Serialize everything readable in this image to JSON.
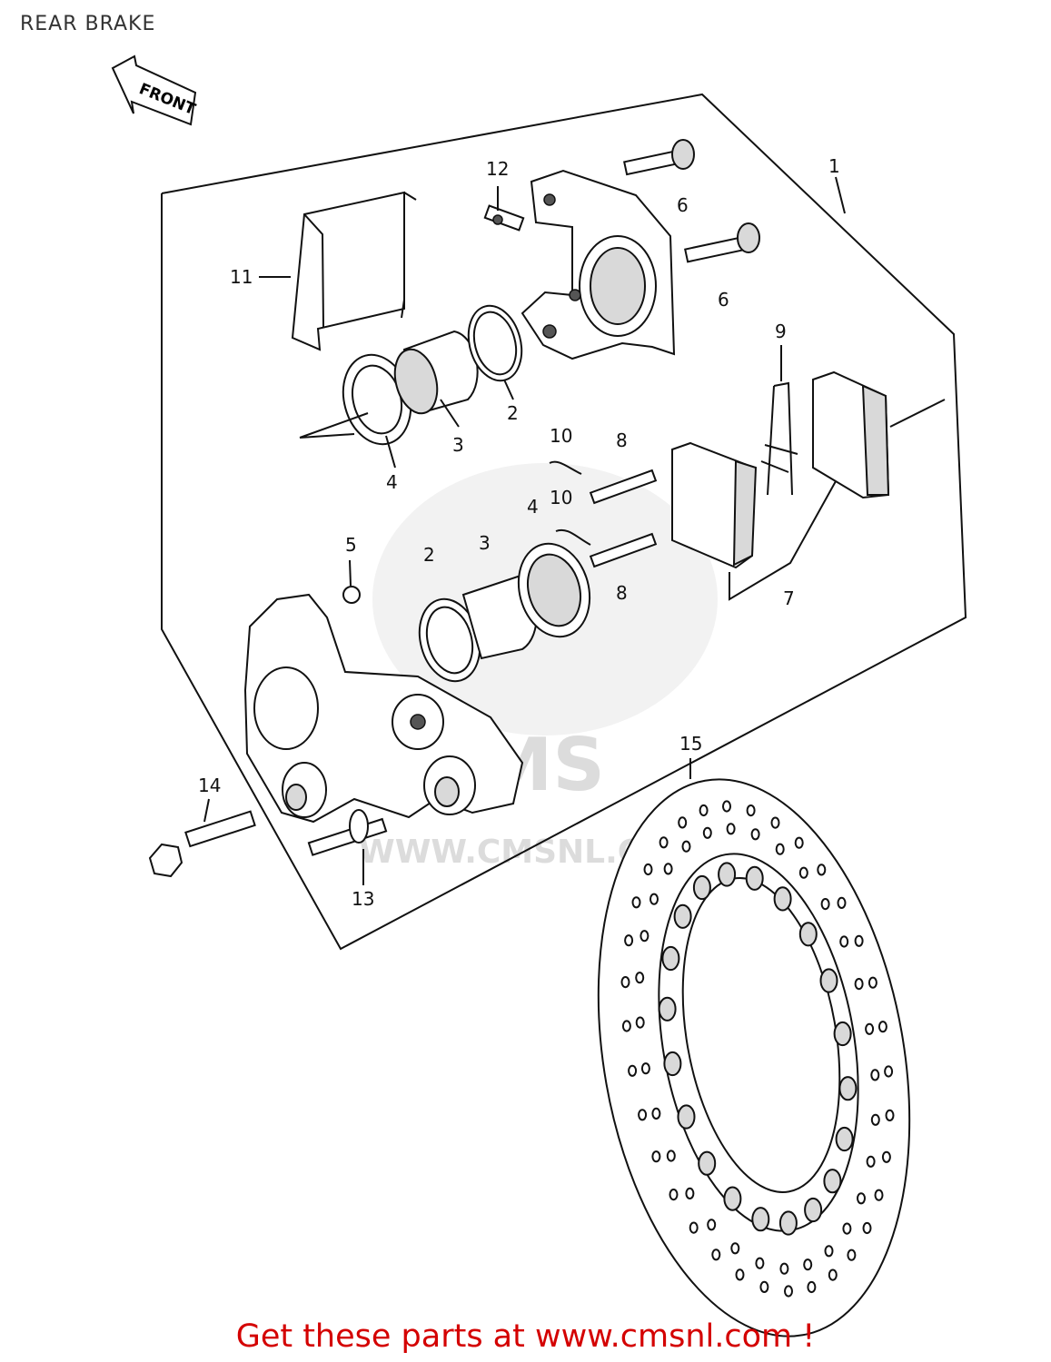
{
  "page": {
    "title": "REAR BRAKE",
    "footer_link": "Get these parts at www.cmsnl.com !"
  },
  "arrow_label": "FRONT",
  "watermark": {
    "brand": "CMS",
    "url": "WWW.CMSNL.COM"
  },
  "callouts": [
    "1",
    "2",
    "2",
    "3",
    "3",
    "4",
    "4",
    "5",
    "6",
    "6",
    "7",
    "8",
    "8",
    "9",
    "10",
    "10",
    "11",
    "12",
    "13",
    "14",
    "15"
  ]
}
